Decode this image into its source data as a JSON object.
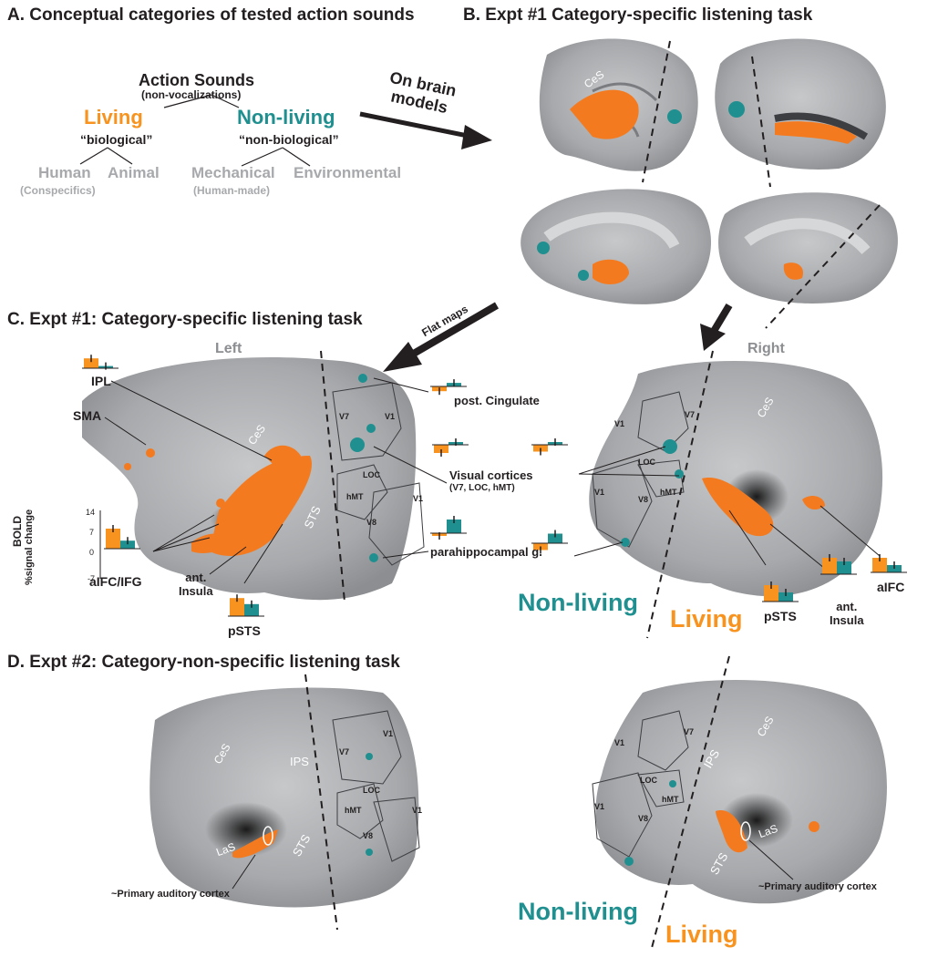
{
  "panelA": {
    "title": "A. Conceptual categories of tested action sounds",
    "root": "Action Sounds",
    "root_sub": "(non-vocalizations)",
    "living": "Living",
    "living_sub": "“biological”",
    "nonliving": "Non-living",
    "nonliving_sub": "“non-biological”",
    "human": "Human",
    "human_sub": "(Conspecifics)",
    "animal": "Animal",
    "mechanical": "Mechanical",
    "mechanical_sub": "(Human-made)",
    "environmental": "Environmental",
    "arrow_label": "On brain\nmodels"
  },
  "panelB": {
    "title": "B. Expt #1 Category-specific listening task",
    "ces": "CeS"
  },
  "panelC": {
    "title": "C. Expt #1: Category-specific listening task",
    "flat_maps": "Flat maps",
    "left": "Left",
    "right": "Right",
    "ipl": "IPL",
    "sma": "SMA",
    "ces": "CeS",
    "sts": "STS",
    "aifc_ifg": "aIFC/IFG",
    "ant_insula": "ant.\nInsula",
    "pstsL": "pSTS",
    "bold": "BOLD",
    "signal_change": "%signal change",
    "ticks": [
      "14",
      "7",
      "0",
      "-7"
    ],
    "post_cingulate": "post. Cingulate",
    "visual_cortices": "Visual cortices",
    "visual_sub": "(V7, LOC, hMT)",
    "parahippocampal": "parahippocampal g.",
    "v7": "V7",
    "v1": "V1",
    "loc": "LOC",
    "hmt": "hMT",
    "v8": "V8",
    "nonliving": "Non-living",
    "living": "Living",
    "pstsR": "pSTS",
    "ant_insula_R": "ant.\nInsula",
    "aifc": "aIFC"
  },
  "panelD": {
    "title": "D. Expt #2: Category-non-specific listening task",
    "ces": "CeS",
    "ips": "IPS",
    "las": "LaS",
    "sts": "STS",
    "primary": "~Primary auditory cortex",
    "nonliving": "Non-living",
    "living": "Living"
  },
  "colors": {
    "living": "#f7931e",
    "nonliving": "#1f8f8f",
    "cortex": "#bcbec0"
  },
  "bar_charts": [
    {
      "name": "ipl",
      "living": 9,
      "nonliving": 2
    },
    {
      "name": "aifc-ifg",
      "living": 10,
      "nonliving": 4
    },
    {
      "name": "pstsL",
      "living": 9,
      "nonliving": 6
    },
    {
      "name": "post-cingulate",
      "living": -4,
      "nonliving": 3
    },
    {
      "name": "visual-L",
      "living": -6,
      "nonliving": 2
    },
    {
      "name": "visual-R",
      "living": -5,
      "nonliving": 2
    },
    {
      "name": "parahippo-L",
      "living": -2,
      "nonliving": 10
    },
    {
      "name": "parahippo-R",
      "living": -5,
      "nonliving": 7
    },
    {
      "name": "pstsR",
      "living": 9,
      "nonliving": 5
    },
    {
      "name": "ant-insula-R",
      "living": 9,
      "nonliving": 7
    },
    {
      "name": "aifc-R",
      "living": 8,
      "nonliving": 4
    }
  ]
}
